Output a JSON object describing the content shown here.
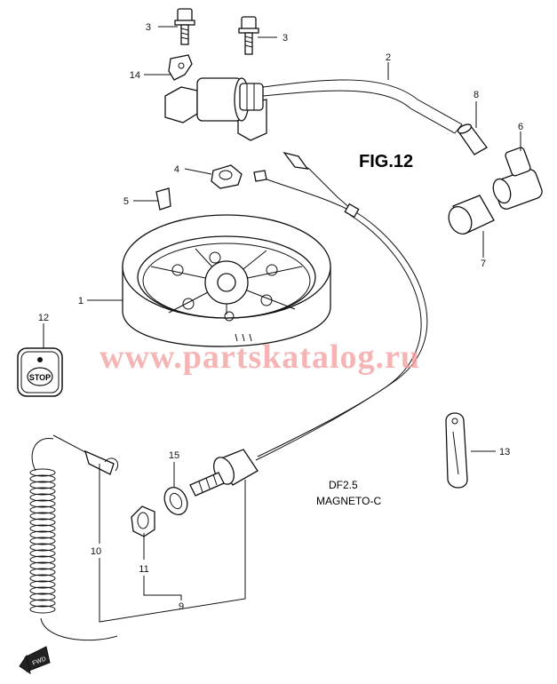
{
  "figure": {
    "title": "FIG.12"
  },
  "caption": {
    "model": "DF2.5",
    "name": "MAGNETO-C"
  },
  "watermark": "www.partskatalog.ru",
  "stop_label": "STOP",
  "fwd_label": "FWD",
  "callouts": [
    {
      "id": "c1",
      "number": "1",
      "part": "flywheel-rotor"
    },
    {
      "id": "c2",
      "number": "2",
      "part": "high-tension-cord"
    },
    {
      "id": "c3a",
      "number": "3",
      "part": "bolt-left"
    },
    {
      "id": "c3b",
      "number": "3",
      "part": "bolt-right"
    },
    {
      "id": "c4",
      "number": "4",
      "part": "nut"
    },
    {
      "id": "c5",
      "number": "5",
      "part": "key"
    },
    {
      "id": "c6",
      "number": "6",
      "part": "plug-cap"
    },
    {
      "id": "c7",
      "number": "7",
      "part": "plug-cap-cover"
    },
    {
      "id": "c8",
      "number": "8",
      "part": "cord-sleeve"
    },
    {
      "id": "c9",
      "number": "9",
      "part": "stop-switch-assy"
    },
    {
      "id": "c10",
      "number": "10",
      "part": "lanyard-cord"
    },
    {
      "id": "c11",
      "number": "11",
      "part": "switch-nut"
    },
    {
      "id": "c12",
      "number": "12",
      "part": "stop-label"
    },
    {
      "id": "c13",
      "number": "13",
      "part": "clamp"
    },
    {
      "id": "c14",
      "number": "14",
      "part": "ground-plate"
    },
    {
      "id": "c15",
      "number": "15",
      "part": "washer"
    }
  ]
}
